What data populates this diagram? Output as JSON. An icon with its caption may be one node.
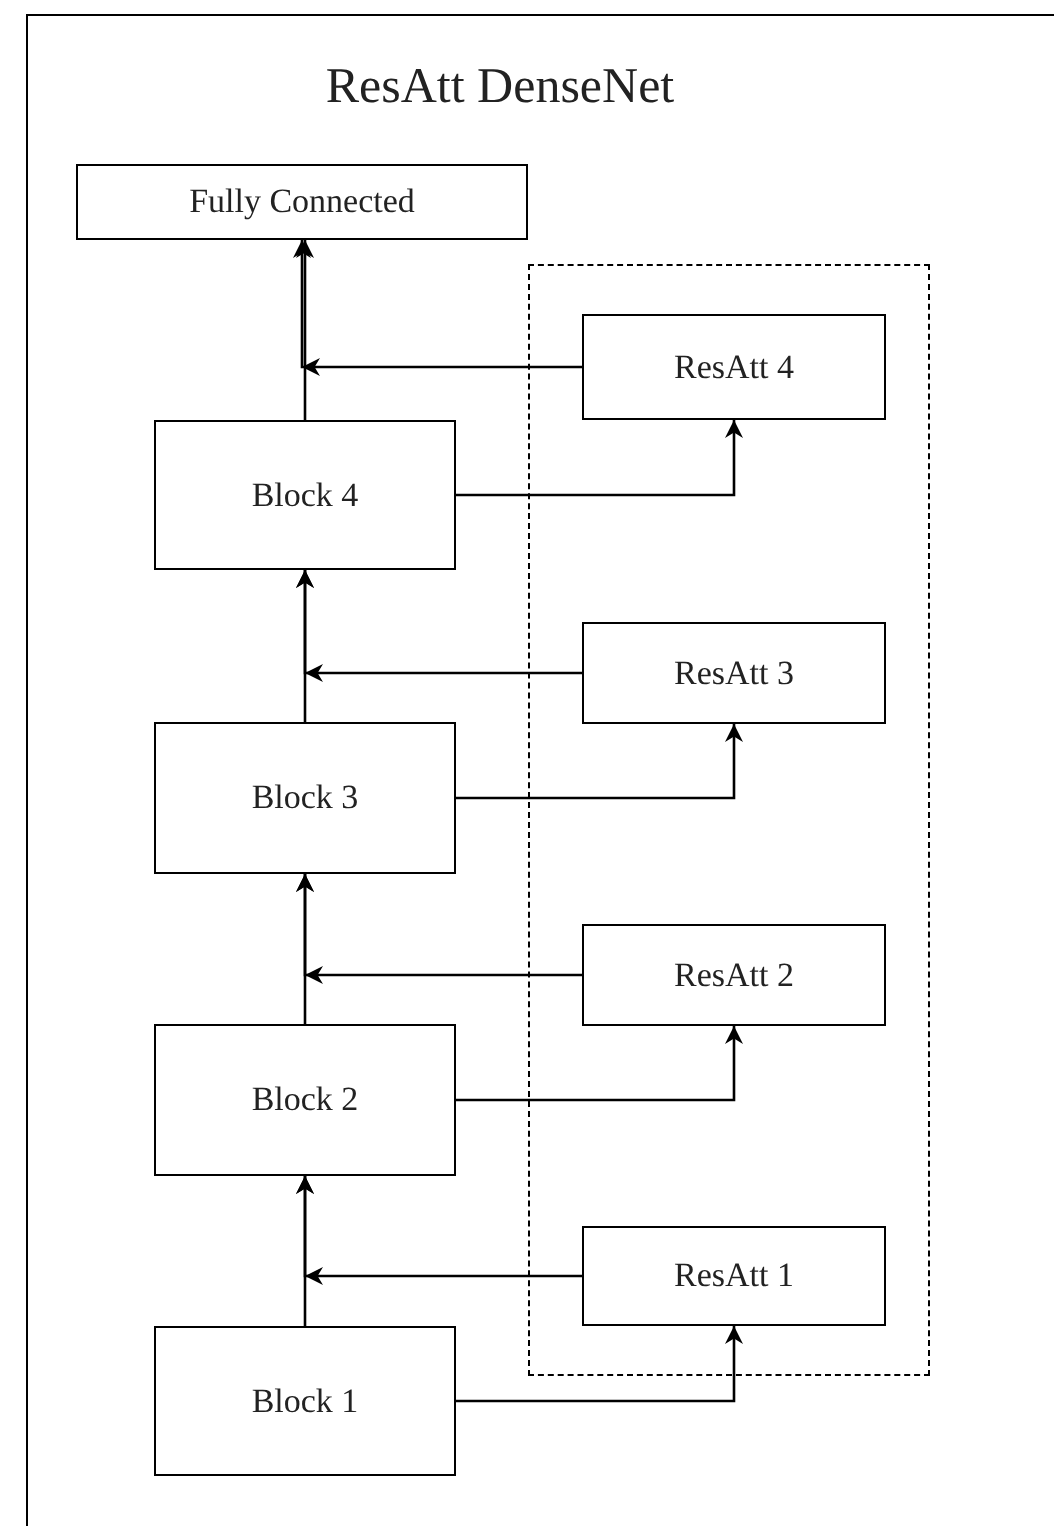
{
  "diagram": {
    "title": "ResAtt DenseNet",
    "nodes": [
      {
        "text": [
          "Fully Connected"
        ]
      },
      {
        "text": [],
        "shape": "box"
      },
      {
        "text": [
          "ResAtt 4"
        ],
        "in": 1
      },
      {
        "text": [
          "Block 4"
        ]
      },
      {
        "text": [
          "ResAtt 3"
        ],
        "in": 1
      },
      {
        "text": [
          "Block 3"
        ]
      },
      {
        "text": [
          "ResAtt 2"
        ],
        "in": 1
      },
      {
        "text": [
          "Block 2"
        ]
      },
      {
        "text": [
          "ResAtt 1"
        ],
        "in": 1
      },
      {
        "text": [
          "Block 1"
        ]
      }
    ],
    "edges": [
      {
        "from": 9,
        "to": 7,
        "arrow": "to"
      },
      {
        "from": 7,
        "to": 5,
        "arrow": "to"
      },
      {
        "from": 5,
        "to": 3,
        "arrow": "to"
      },
      {
        "from": 3,
        "to": 0,
        "arrow": "to"
      },
      {
        "from": 9,
        "to": 8,
        "arrow": "to"
      },
      {
        "from": 7,
        "to": 6,
        "arrow": "to"
      },
      {
        "from": 5,
        "to": 4,
        "arrow": "to"
      },
      {
        "from": 3,
        "to": 2,
        "arrow": "to"
      },
      {
        "from": 8,
        "to": 7,
        "arrow": "to"
      },
      {
        "from": 6,
        "to": 5,
        "arrow": "to"
      },
      {
        "from": 4,
        "to": 3,
        "arrow": "to"
      },
      {
        "from": 2,
        "to": 0,
        "arrow": "to"
      }
    ]
  }
}
